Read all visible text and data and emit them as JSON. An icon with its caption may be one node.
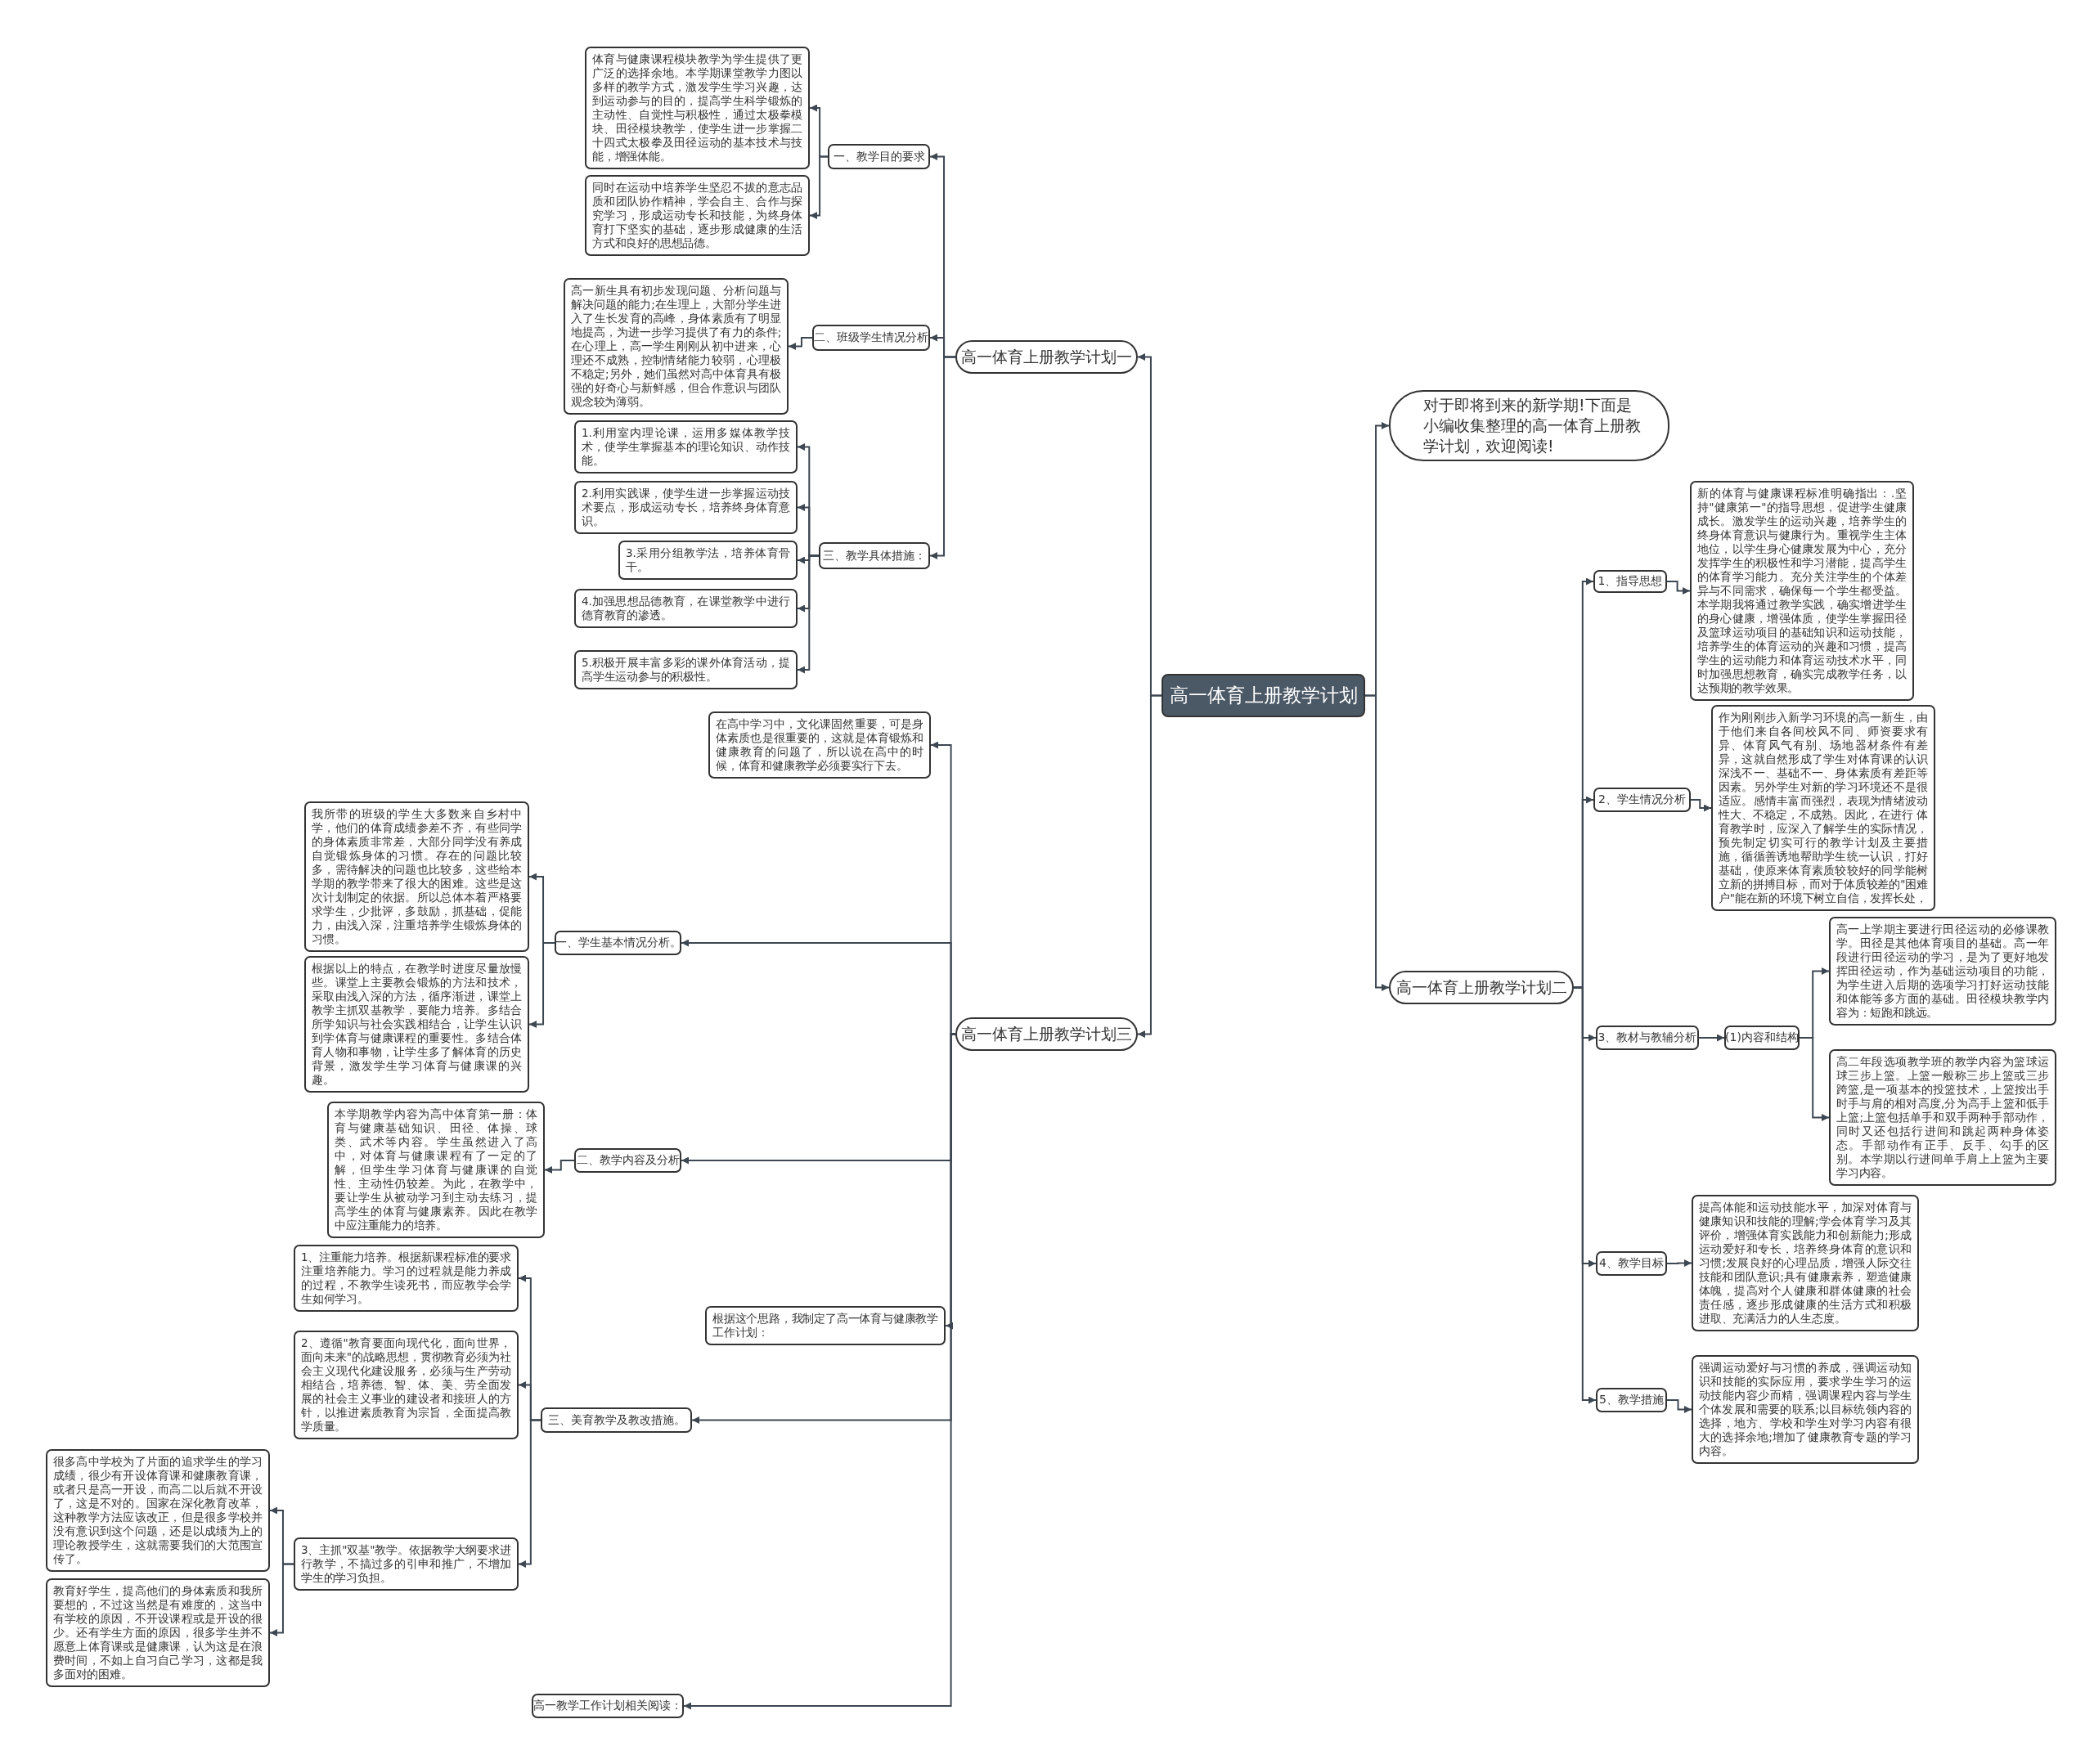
{
  "diagram": {
    "nodes": [
      {
        "text": [
          "高一体育上册教学计划"
        ]
      },
      {
        "text": [
          "高一体育上册教学计划一"
        ]
      },
      {
        "text": [
          "一、教学目的要求"
        ]
      },
      {
        "text": [
          "体育与健康课程模块教学为学生提供了更广泛的选择余地。本学期课堂教学力图以多样的教学方式，激发学生学习兴趣，达到运动参与的目的，提高学生科学锻炼的主动性、自觉性与积极性，通过太极拳模块、田径模块教学，使学生进一步掌握二十四式太极拳及田径运动的基本技术与技能，增强体能。"
        ]
      },
      {
        "text": [
          "同时在运动中培养学生坚忍不拔的意志品质和团队协作精神，学会自主、合作与探究学习，形成运动专长和技能，为终身体育打下坚实的基础，逐步形成健康的生活方式和良好的思想品德。"
        ]
      },
      {
        "text": [
          "二、班级学生情况分析"
        ]
      },
      {
        "text": [
          "高一新生具有初步发现问题、分析问题与解决问题的能力;在生理上，大部分学生进入了生长发育的高峰，身体素质有了明显地提高，为进一步学习提供了有力的条件;在心理上，高一学生刚刚从初中进来，心理还不成熟，控制情绪能力较弱，心理极不稳定;另外，她们虽然对高中体育具有极强的好奇心与新鲜感，但合作意识与团队观念较为薄弱。"
        ]
      },
      {
        "text": [
          "三、教学具体措施："
        ]
      },
      {
        "text": [
          "1.利用室内理论课，运用多媒体教学技术，使学生掌握基本的理论知识、动作技能。"
        ]
      },
      {
        "text": [
          "2.利用实践课，使学生进一步掌握运动技术要点，形成运动专长，培养终身体育意识。"
        ]
      },
      {
        "text": [
          "3.采用分组教学法，培养体育骨干。"
        ]
      },
      {
        "text": [
          "4.加强思想品德教育，在课堂教学中进行德育教育的渗透。"
        ]
      },
      {
        "text": [
          "5.积极开展丰富多彩的课外体育活动，提高学生运动参与的积极性。"
        ]
      },
      {
        "text": [
          "对于即将到来的新学期!下面是小编收集整理的高一体育上册教学计划，欢迎阅读!"
        ]
      },
      {
        "text": [
          "高一体育上册教学计划二"
        ]
      },
      {
        "text": [
          "1、指导思想"
        ]
      },
      {
        "text": [
          "新的体育与健康课程标准明确指出：.坚持\"健康第一\"的指导思想，促进学生健康成长。激发学生的运动兴趣，培养学生的终身体育意识与健康行为。重视学生主体地位，以学生身心健康发展为中心，充分发挥学生的积极性和学习潜能，提高学生的体育学习能力。充分关注学生的个体差异与不同需求，确保每一个学生都受益。本学期我将通过教学实践，确实增进学生的身心健康，增强体质，使学生掌握田径及篮球运动项目的基础知识和运动技能，培养学生的体育运动的兴趣和习惯，提高学生的运动能力和体育运动技术水平，同时加强思想教育，确实完成教学任务，以达预期的教学效果。"
        ]
      },
      {
        "text": [
          "2、学生情况分析"
        ]
      },
      {
        "text": [
          "作为刚刚步入新学习环境的高一新生，由于他们来自各间校风不同、师资要求有异、体育风气有别、场地器材条件有差异，这就自然形成了学生对体育课的认识深浅不一、基础不一、身体素质有差距等因素。另外学生对新的学习环境还不是很适应。感情丰富而强烈，表现为情绪波动性大、不稳定，不成熟。因此，在进行 体育教学时，应深入了解学生的实际情况，预先制定切实可行的教学计划及主要措施，循循善诱地帮助学生统一认识，打好基础，使原来体育素质较较好的同学能树立新的拼搏目标，而对于体质较差的\"困难户\"能在新的环境下树立自信，发挥长处，"
        ]
      },
      {
        "text": [
          "3、教材与教辅分析"
        ]
      },
      {
        "text": [
          "(1)内容和结构"
        ]
      },
      {
        "text": [
          "高一上学期主要进行田径运动的必修课教学。田径是其他体育项目的基础。高一年段进行田径运动的学习，是为了更好地发挥田径运动，作为基础运动项目的功能，为学生进入后期的选项学习打好运动技能和体能等多方面的基础。田径模块教学内容为：短跑和跳远。"
        ]
      },
      {
        "text": [
          "高二年段选项教学班的教学内容为篮球运球三步上篮。上篮一般称三步上篮或三步跨篮,是一项基本的投篮技术，上篮按出手时手与肩的相对高度,分为高手上篮和低手上篮;上篮包括单手和双手两种手部动作，同时又还包括行进间和跳起两种身体姿态。手部动作有正手、反手、勾手的区别。本学期以行进间单手肩上上篮为主要学习内容。"
        ]
      },
      {
        "text": [
          "4、教学目标"
        ]
      },
      {
        "text": [
          "提高体能和运动技能水平，加深对体育与健康知识和技能的理解;学会体育学习及其评价，增强体育实践能力和创新能力;形成运动爱好和专长，培养终身体育的意识和习惯;发展良好的心理品质，增强人际交往技能和团队意识;具有健康素养，塑造健康体魄，提高对个人健康和群体健康的社会责任感，逐步形成健康的生活方式和积极进取、充满活力的人生态度。"
        ]
      },
      {
        "text": [
          "5、教学措施"
        ]
      },
      {
        "text": [
          "强调运动爱好与习惯的养成，强调运动知识和技能的实际应用，要求学生学习的运动技能内容少而精，强调课程内容与学生个体发展和需要的联系;以目标统领内容的选择，地方、学校和学生对学习内容有很大的选择余地;增加了健康教育专题的学习内容。"
        ]
      },
      {
        "text": [
          "高一体育上册教学计划三"
        ]
      },
      {
        "text": [
          "在高中学习中，文化课固然重要，可是身体素质也是很重要的，这就是体育锻炼和健康教育的问题了，所以说在高中的时候，体育和健康教学必须要实行下去。"
        ]
      },
      {
        "text": [
          "一、学生基本情况分析。"
        ]
      },
      {
        "text": [
          "我所带的班级的学生大多数来自乡村中学，他们的体育成绩参差不齐，有些同学的身体素质非常差，大部分同学没有养成自觉锻炼身体的习惯。存在的问题比较多，需待解决的问题也比较多，这些给本学期的教学带来了很大的困难。这些是这次计划制定的依据。所以总体本着严格要求学生，少批评，多鼓励，抓基础，促能力，由浅入深，注重培养学生锻炼身体的习惯。"
        ]
      },
      {
        "text": [
          "根据以上的特点，在教学时进度尽量放慢些。课堂上主要教会锻炼的方法和技术，采取由浅入深的方法，循序渐进，课堂上教学主抓双基教学，要能力培养。多结合所学知识与社会实践相结合，让学生认识到学体育与健康课程的重要性。多结合体育人物和事物，让学生多了解体育的历史背景，激发学生学习体育与健康课的兴趣。"
        ]
      },
      {
        "text": [
          "二、教学内容及分析"
        ]
      },
      {
        "text": [
          "本学期教学内容为高中体育第一册：体育与健康基础知识、田径、体操、球类、武术等内容。学生虽然进入了高中，对体育与健康课程有了一定的了解，但学生学习体育与健康课的自觉性、主动性仍较差。为此，在教学中，要让学生从被动学习到主动去练习，提高学生的体育与健康素养。因此在教学中应注重能力的培养。"
        ]
      },
      {
        "text": [
          "根据这个思路，我制定了高一体育与健康教学工作计划："
        ]
      },
      {
        "text": [
          "三、美育教学及教改措施。"
        ]
      },
      {
        "text": [
          "1、注重能力培养。根据新课程标准的要求注重培养能力。学习的过程就是能力养成的过程，不教学生读死书，而应教学会学生如何学习。"
        ]
      },
      {
        "text": [
          "2、遵循\"教育要面向现代化，面向世界，面向未来\"的战略思想，贯彻教育必须为社会主义现代化建设服务，必须与生产劳动相结合，培养德、智、体、美、劳全面发展的社会主义事业的建设者和接班人的方针，以推进素质教育为宗旨，全面提高教学质量。"
        ]
      },
      {
        "text": [
          "3、主抓\"双基\"教学。依据教学大纲要求进行教学，不搞过多的引申和推广，不增加学生的学习负担。"
        ]
      },
      {
        "text": [
          "很多高中学校为了片面的追求学生的学习成绩，很少有开设体育课和健康教育课，或者只是高一开设，而高二以后就不开设了，这是不对的。国家在深化教育改革，这种教学方法应该改正，但是很多学校并没有意识到这个问题，还是以成绩为上的理论教授学生，这就需要我们的大范围宣传了。"
        ]
      },
      {
        "text": [
          "教育好学生，提高他们的身体素质和我所要想的，不过这当然是有难度的，这当中有学校的原因，不开设课程或是开设的很少。还有学生方面的原因，很多学生并不愿意上体育课或是健康课，认为这是在浪费时间，不如上自习自己学习，这都是我多面对的困难。"
        ]
      },
      {
        "text": [
          "高一教学工作计划相关阅读："
        ]
      }
    ],
    "edges": [
      {
        "from": 0,
        "to": 1,
        "arrow": "to"
      },
      {
        "from": 1,
        "to": 2,
        "arrow": "to"
      },
      {
        "from": 2,
        "to": 3,
        "arrow": "to"
      },
      {
        "from": 2,
        "to": 4,
        "arrow": "to"
      },
      {
        "from": 1,
        "to": 5,
        "arrow": "to"
      },
      {
        "from": 5,
        "to": 6,
        "arrow": "to"
      },
      {
        "from": 1,
        "to": 7,
        "arrow": "to"
      },
      {
        "from": 7,
        "to": 8,
        "arrow": "to"
      },
      {
        "from": 7,
        "to": 9,
        "arrow": "to"
      },
      {
        "from": 7,
        "to": 10,
        "arrow": "to"
      },
      {
        "from": 7,
        "to": 11,
        "arrow": "to"
      },
      {
        "from": 7,
        "to": 12,
        "arrow": "to"
      },
      {
        "from": 0,
        "to": 13,
        "arrow": "to"
      },
      {
        "from": 0,
        "to": 14,
        "arrow": "to"
      },
      {
        "from": 14,
        "to": 15,
        "arrow": "to"
      },
      {
        "from": 15,
        "to": 16,
        "arrow": "to"
      },
      {
        "from": 14,
        "to": 17,
        "arrow": "to"
      },
      {
        "from": 17,
        "to": 18,
        "arrow": "to"
      },
      {
        "from": 14,
        "to": 19,
        "arrow": "to"
      },
      {
        "from": 19,
        "to": 20,
        "arrow": "to"
      },
      {
        "from": 20,
        "to": 21,
        "arrow": "to"
      },
      {
        "from": 20,
        "to": 22,
        "arrow": "to"
      },
      {
        "from": 14,
        "to": 23,
        "arrow": "to"
      },
      {
        "from": 23,
        "to": 24,
        "arrow": "to"
      },
      {
        "from": 14,
        "to": 25,
        "arrow": "to"
      },
      {
        "from": 25,
        "to": 26,
        "arrow": "to"
      },
      {
        "from": 0,
        "to": 27,
        "arrow": "to"
      },
      {
        "from": 27,
        "to": 28,
        "arrow": "to"
      },
      {
        "from": 27,
        "to": 29,
        "arrow": "to"
      },
      {
        "from": 29,
        "to": 30,
        "arrow": "to"
      },
      {
        "from": 29,
        "to": 31,
        "arrow": "to"
      },
      {
        "from": 27,
        "to": 32,
        "arrow": "to"
      },
      {
        "from": 32,
        "to": 33,
        "arrow": "to"
      },
      {
        "from": 27,
        "to": 34,
        "arrow": "to"
      },
      {
        "from": 27,
        "to": 35,
        "arrow": "to"
      },
      {
        "from": 35,
        "to": 36,
        "arrow": "to"
      },
      {
        "from": 35,
        "to": 37,
        "arrow": "to"
      },
      {
        "from": 35,
        "to": 38,
        "arrow": "to"
      },
      {
        "from": 38,
        "to": 39,
        "arrow": "to"
      },
      {
        "from": 38,
        "to": 40,
        "arrow": "to"
      },
      {
        "from": 27,
        "to": 41,
        "arrow": "to"
      }
    ]
  }
}
